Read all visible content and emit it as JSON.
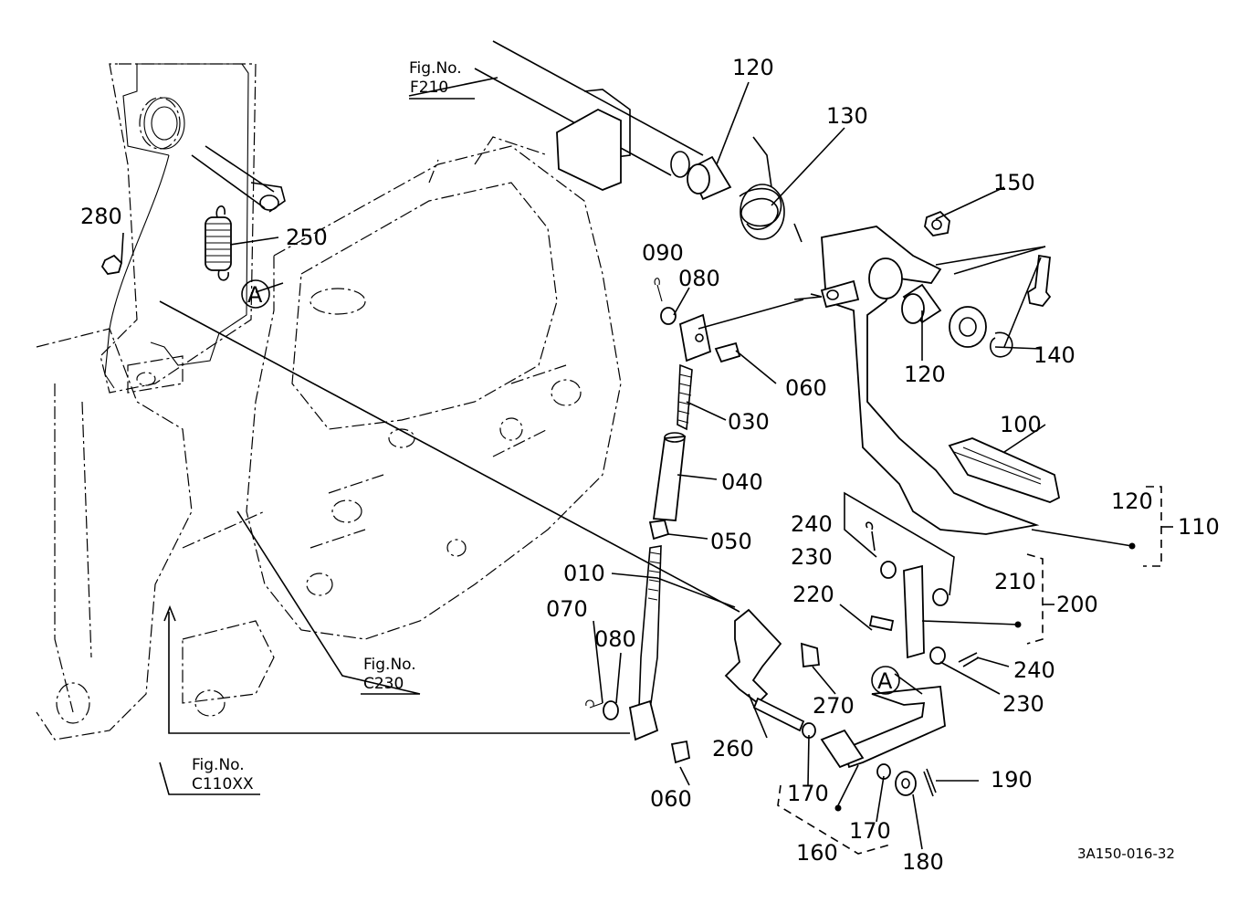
{
  "diagram": {
    "code": "3A150-016-32",
    "fig_refs": [
      {
        "label": "Fig.No.",
        "num": "F210"
      },
      {
        "label": "Fig.No.",
        "num": "C230"
      },
      {
        "label": "Fig.No.",
        "num": "C110XX"
      }
    ],
    "callouts": {
      "p120a": "120",
      "p130": "130",
      "p150": "150",
      "p280": "280",
      "p250": "250",
      "p090": "090",
      "p080a": "080",
      "p060a": "060",
      "p140": "140",
      "p120b": "120",
      "p030": "030",
      "p100": "100",
      "p040": "040",
      "p120c": "120",
      "p110": "110",
      "p050": "050",
      "p240a": "240",
      "p230a": "230",
      "p010": "010",
      "p210": "210",
      "p200": "200",
      "p220": "220",
      "p070": "070",
      "p080b": "080",
      "p240b": "240",
      "p230b": "230",
      "p270": "270",
      "p260": "260",
      "p190": "190",
      "p060b": "060",
      "p170a": "170",
      "p170b": "170",
      "p160": "160",
      "p180": "180"
    },
    "markers": {
      "a1": "A",
      "a2": "A"
    }
  }
}
